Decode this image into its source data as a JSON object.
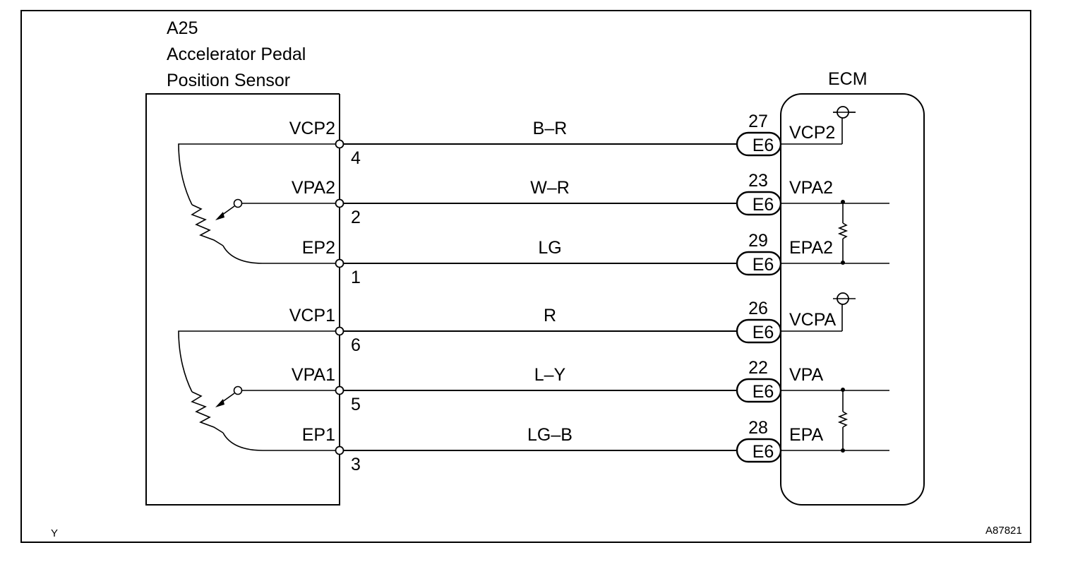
{
  "sensor": {
    "code": "A25",
    "name_line1": "Accelerator Pedal",
    "name_line2": "Position Sensor"
  },
  "ecm": {
    "title": "ECM"
  },
  "circuits": [
    {
      "sensor_terminal": "VCP2",
      "pin": "4",
      "wire_color": "B–R",
      "ecm_pin": "27",
      "connector": "E6",
      "ecm_terminal": "VCP2"
    },
    {
      "sensor_terminal": "VPA2",
      "pin": "2",
      "wire_color": "W–R",
      "ecm_pin": "23",
      "connector": "E6",
      "ecm_terminal": "VPA2"
    },
    {
      "sensor_terminal": "EP2",
      "pin": "1",
      "wire_color": "LG",
      "ecm_pin": "29",
      "connector": "E6",
      "ecm_terminal": "EPA2"
    },
    {
      "sensor_terminal": "VCP1",
      "pin": "6",
      "wire_color": "R",
      "ecm_pin": "26",
      "connector": "E6",
      "ecm_terminal": "VCPA"
    },
    {
      "sensor_terminal": "VPA1",
      "pin": "5",
      "wire_color": "L–Y",
      "ecm_pin": "22",
      "connector": "E6",
      "ecm_terminal": "VPA"
    },
    {
      "sensor_terminal": "EP1",
      "pin": "3",
      "wire_color": "LG–B",
      "ecm_pin": "28",
      "connector": "E6",
      "ecm_terminal": "EPA"
    }
  ],
  "footer": {
    "left": "Y",
    "right": "A87821"
  }
}
